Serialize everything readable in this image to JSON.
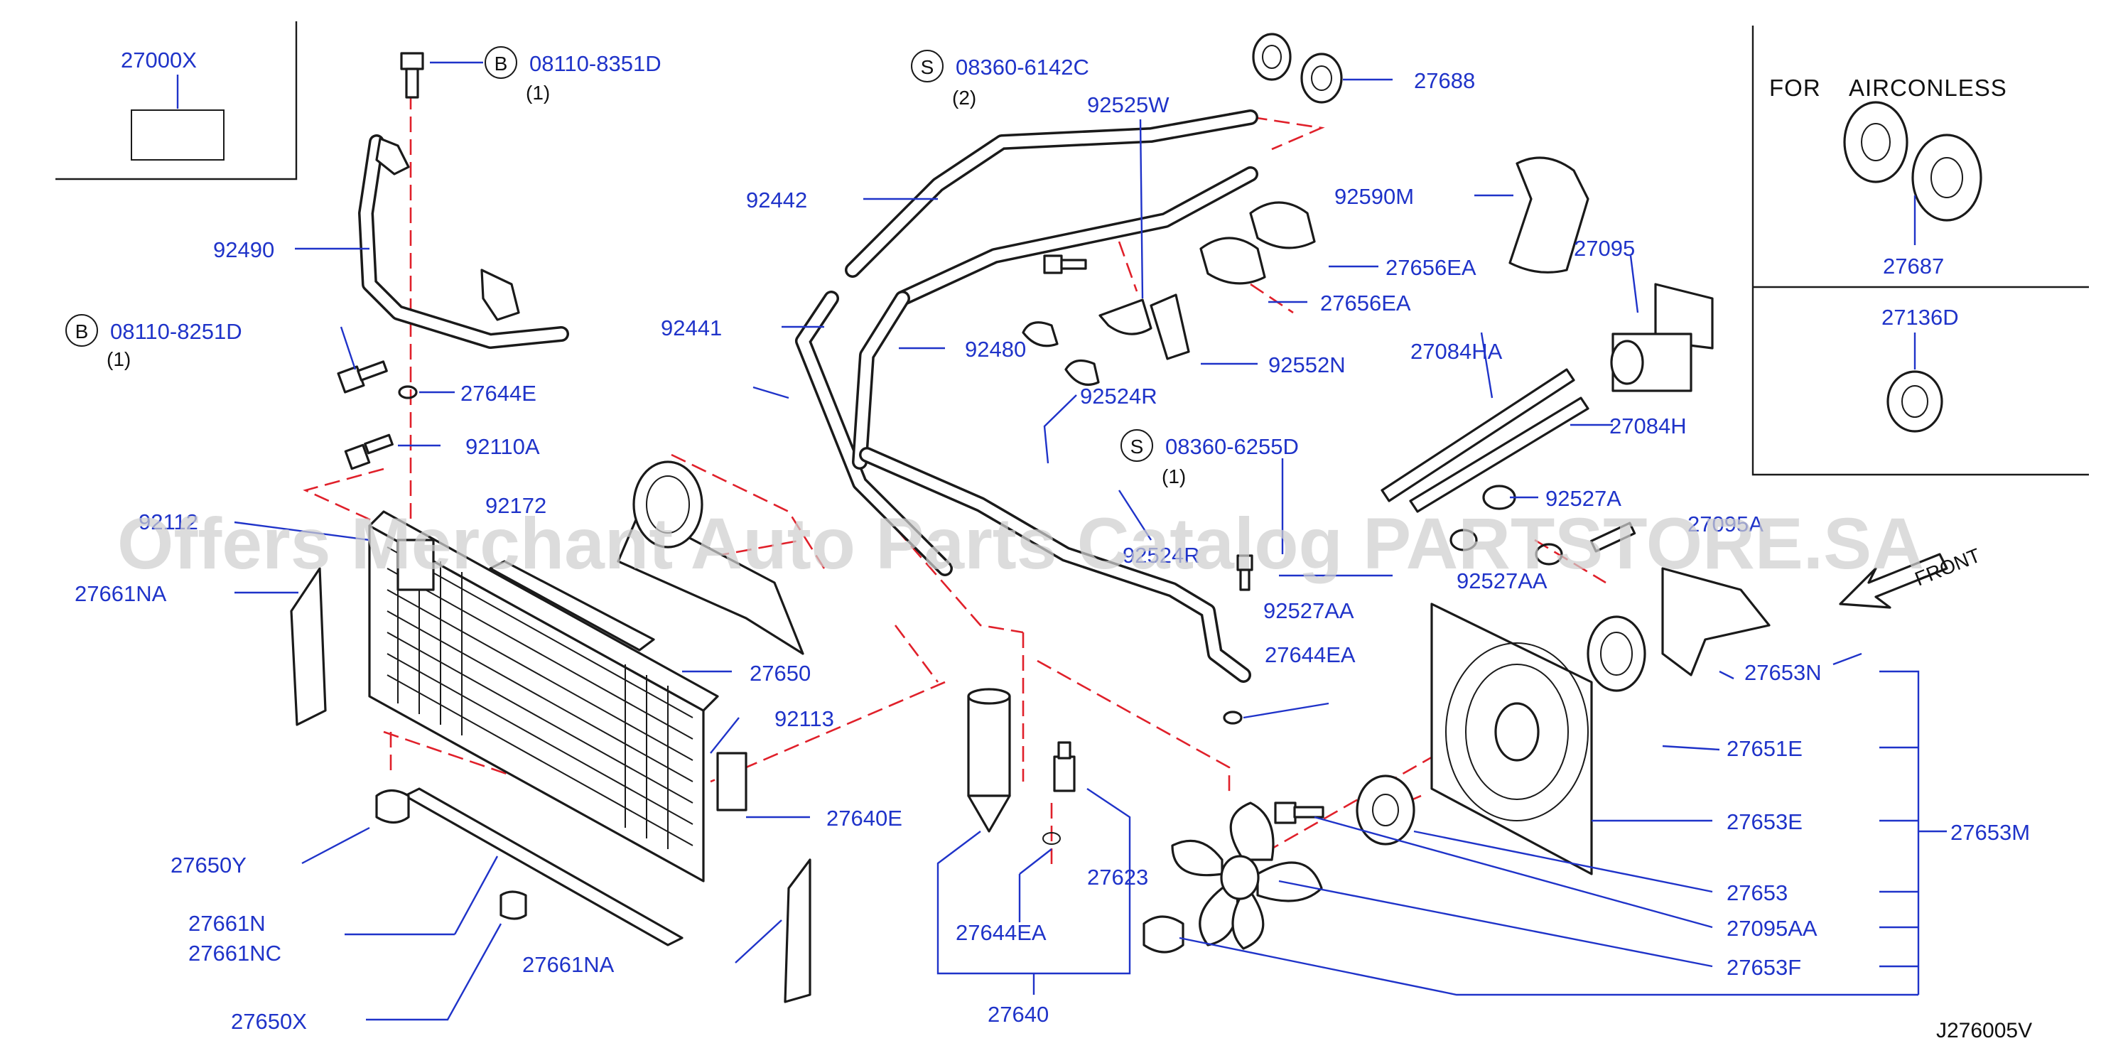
{
  "diagram": {
    "code": "J276005V",
    "watermark": "Offers Merchant Auto Parts Catalog PARTSTORE.SA",
    "inset_airconless": {
      "for": "FOR",
      "title": "AIRCONLESS",
      "part": "27687"
    },
    "inset_27136d": {
      "part": "27136D"
    },
    "inset_27000x": {
      "part": "27000X"
    },
    "front_label": "FRONT",
    "fasteners": [
      {
        "symbol": "B",
        "part": "08110-8351D",
        "qty": "(1)"
      },
      {
        "symbol": "B",
        "part": "08110-8251D",
        "qty": "(1)"
      },
      {
        "symbol": "S",
        "part": "08360-6142C",
        "qty": "(2)"
      },
      {
        "symbol": "S",
        "part": "08360-6255D",
        "qty": "(1)"
      }
    ],
    "parts": {
      "p92490": "92490",
      "p27644E": "27644E",
      "p92110A": "92110A",
      "p92172": "92172",
      "p92112": "92112",
      "p27661NA_left": "27661NA",
      "p27650": "27650",
      "p92113": "92113",
      "p27640E": "27640E",
      "p27650Y": "27650Y",
      "p27661N": "27661N",
      "p27661NC": "27661NC",
      "p27661NA_bottom": "27661NA",
      "p27650X": "27650X",
      "p92442": "92442",
      "p92525W": "92525W",
      "p27688": "27688",
      "p92590M": "92590M",
      "p27656EA_a": "27656EA",
      "p27656EA_b": "27656EA",
      "p92441": "92441",
      "p92480": "92480",
      "p92552N": "92552N",
      "p27095": "27095",
      "p27084HA": "27084HA",
      "p27084H": "27084H",
      "p92524R_a": "92524R",
      "p92524R_b": "92524R",
      "p92527A": "92527A",
      "p27095A": "27095A",
      "p92527AA_a": "92527AA",
      "p92527AA_b": "92527AA",
      "p27644EA_a": "27644EA",
      "p27653N": "27653N",
      "p27651E": "27651E",
      "p27653E": "27653E",
      "p27653M": "27653M",
      "p27653": "27653",
      "p27095AA": "27095AA",
      "p27653F": "27653F",
      "p27623": "27623",
      "p27644EA_b": "27644EA",
      "p27640": "27640"
    }
  }
}
